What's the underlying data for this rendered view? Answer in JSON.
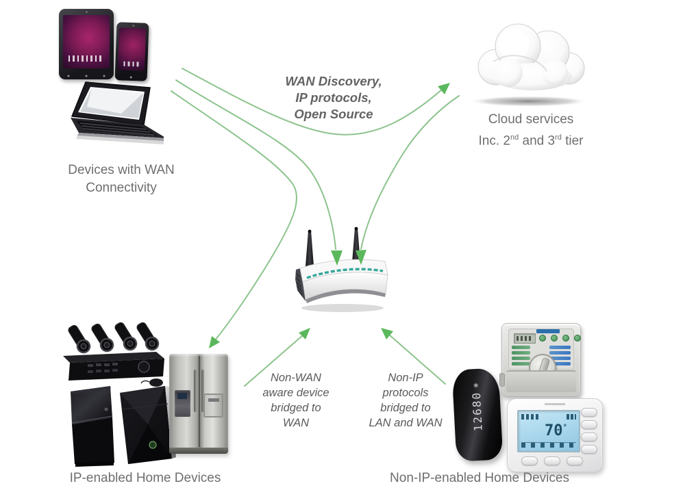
{
  "colors": {
    "arrow_line": "#8cc38c",
    "arrow_head": "#5cb85c",
    "label_text": "#6e6e6e",
    "annotation_text": "#5a5a5a",
    "led_strip": "#35a79a"
  },
  "groups": {
    "wan_devices": {
      "label_lines": [
        "Devices with WAN",
        "Connectivity"
      ],
      "icons": [
        "tablet-icon",
        "smartphone-icon",
        "laptop-icon"
      ]
    },
    "cloud": {
      "label_line1": "Cloud services",
      "label_line2_parts": {
        "text1": "Inc. 2",
        "sup1": "nd",
        "text2": " and 3",
        "sup2": "rd",
        "text3": " tier"
      },
      "icons": [
        "cloud-icon"
      ]
    },
    "gateway": {
      "icons": [
        "router-icon"
      ]
    },
    "ip_devices": {
      "label": "IP-enabled Home Devices",
      "icons": [
        "security-camera-system-icon",
        "playstation-console-icon",
        "xbox-console-icon",
        "refrigerator-icon"
      ]
    },
    "non_ip_devices": {
      "label": "Non-IP-enabled Home Devices",
      "icons": [
        "fitness-tracker-icon",
        "irrigation-controller-icon",
        "thermostat-icon"
      ]
    }
  },
  "annotations": {
    "wan_link": {
      "lines": [
        "WAN Discovery,",
        "IP protocols,",
        "Open Source"
      ]
    },
    "non_wan_bridge": {
      "lines": [
        "Non-WAN",
        "aware device",
        "bridged to",
        "WAN"
      ]
    },
    "non_ip_bridge": {
      "lines": [
        "Non-IP",
        "protocols",
        "bridged to",
        "LAN and WAN"
      ]
    }
  },
  "device_displays": {
    "fitness_tracker_steps": "12680",
    "thermostat_temperature": "70",
    "thermostat_degree": "°"
  }
}
